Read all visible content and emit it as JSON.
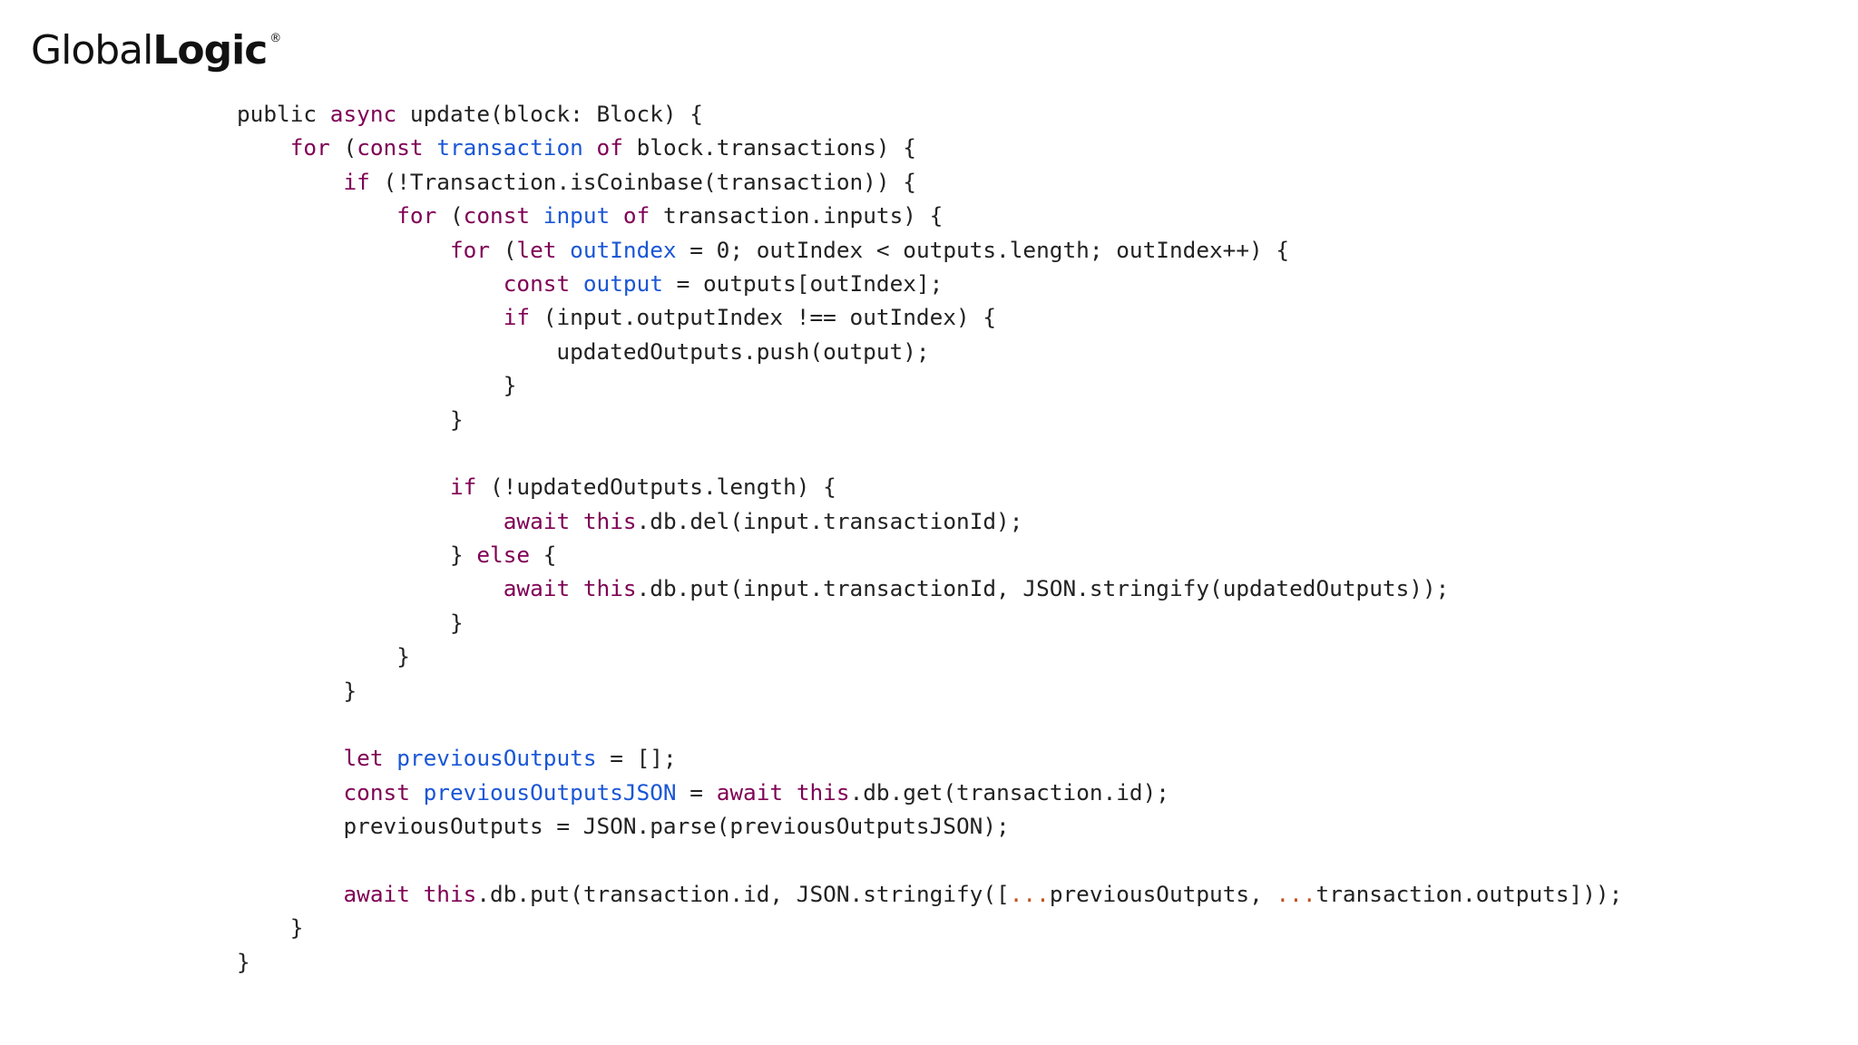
{
  "brand": {
    "name_part1": "Global",
    "name_part2": "Logic",
    "mark": "®"
  },
  "colors": {
    "keyword": "#7f0055",
    "variable": "#1a56d6",
    "text": "#222222",
    "spread": "#c05020"
  },
  "code": {
    "language": "typescript",
    "lines": [
      [
        {
          "t": "public ",
          "c": "plain"
        },
        {
          "t": "async",
          "c": "kw"
        },
        {
          "t": " update(block: Block) {",
          "c": "plain"
        }
      ],
      [
        {
          "t": "    ",
          "c": "plain"
        },
        {
          "t": "for",
          "c": "kw"
        },
        {
          "t": " (",
          "c": "plain"
        },
        {
          "t": "const",
          "c": "kw"
        },
        {
          "t": " ",
          "c": "plain"
        },
        {
          "t": "transaction",
          "c": "var"
        },
        {
          "t": " ",
          "c": "plain"
        },
        {
          "t": "of",
          "c": "kw"
        },
        {
          "t": " block.transactions) {",
          "c": "plain"
        }
      ],
      [
        {
          "t": "        ",
          "c": "plain"
        },
        {
          "t": "if",
          "c": "kw"
        },
        {
          "t": " (!Transaction.isCoinbase(transaction)) {",
          "c": "plain"
        }
      ],
      [
        {
          "t": "            ",
          "c": "plain"
        },
        {
          "t": "for",
          "c": "kw"
        },
        {
          "t": " (",
          "c": "plain"
        },
        {
          "t": "const",
          "c": "kw"
        },
        {
          "t": " ",
          "c": "plain"
        },
        {
          "t": "input",
          "c": "var"
        },
        {
          "t": " ",
          "c": "plain"
        },
        {
          "t": "of",
          "c": "kw"
        },
        {
          "t": " transaction.inputs) {",
          "c": "plain"
        }
      ],
      [
        {
          "t": "                ",
          "c": "plain"
        },
        {
          "t": "for",
          "c": "kw"
        },
        {
          "t": " (",
          "c": "plain"
        },
        {
          "t": "let",
          "c": "kw"
        },
        {
          "t": " ",
          "c": "plain"
        },
        {
          "t": "outIndex",
          "c": "var"
        },
        {
          "t": " = 0; outIndex < outputs.length; outIndex++) {",
          "c": "plain"
        }
      ],
      [
        {
          "t": "                    ",
          "c": "plain"
        },
        {
          "t": "const",
          "c": "kw"
        },
        {
          "t": " ",
          "c": "plain"
        },
        {
          "t": "output",
          "c": "var"
        },
        {
          "t": " = outputs[outIndex];",
          "c": "plain"
        }
      ],
      [
        {
          "t": "                    ",
          "c": "plain"
        },
        {
          "t": "if",
          "c": "kw"
        },
        {
          "t": " (input.outputIndex !== outIndex) {",
          "c": "plain"
        }
      ],
      [
        {
          "t": "                        updatedOutputs.push(output);",
          "c": "plain"
        }
      ],
      [
        {
          "t": "                    }",
          "c": "plain"
        }
      ],
      [
        {
          "t": "                }",
          "c": "plain"
        }
      ],
      [],
      [
        {
          "t": "                ",
          "c": "plain"
        },
        {
          "t": "if",
          "c": "kw"
        },
        {
          "t": " (!updatedOutputs.length) {",
          "c": "plain"
        }
      ],
      [
        {
          "t": "                    ",
          "c": "plain"
        },
        {
          "t": "await",
          "c": "kw"
        },
        {
          "t": " ",
          "c": "plain"
        },
        {
          "t": "this",
          "c": "kw"
        },
        {
          "t": ".db.del(input.transactionId);",
          "c": "plain"
        }
      ],
      [
        {
          "t": "                } ",
          "c": "plain"
        },
        {
          "t": "else",
          "c": "kw"
        },
        {
          "t": " {",
          "c": "plain"
        }
      ],
      [
        {
          "t": "                    ",
          "c": "plain"
        },
        {
          "t": "await",
          "c": "kw"
        },
        {
          "t": " ",
          "c": "plain"
        },
        {
          "t": "this",
          "c": "kw"
        },
        {
          "t": ".db.put(input.transactionId, JSON.stringify(updatedOutputs));",
          "c": "plain"
        }
      ],
      [
        {
          "t": "                }",
          "c": "plain"
        }
      ],
      [
        {
          "t": "            }",
          "c": "plain"
        }
      ],
      [
        {
          "t": "        }",
          "c": "plain"
        }
      ],
      [],
      [
        {
          "t": "        ",
          "c": "plain"
        },
        {
          "t": "let",
          "c": "kw"
        },
        {
          "t": " ",
          "c": "plain"
        },
        {
          "t": "previousOutputs",
          "c": "var"
        },
        {
          "t": " = [];",
          "c": "plain"
        }
      ],
      [
        {
          "t": "        ",
          "c": "plain"
        },
        {
          "t": "const",
          "c": "kw"
        },
        {
          "t": " ",
          "c": "plain"
        },
        {
          "t": "previousOutputsJSON",
          "c": "var"
        },
        {
          "t": " = ",
          "c": "plain"
        },
        {
          "t": "await",
          "c": "kw"
        },
        {
          "t": " ",
          "c": "plain"
        },
        {
          "t": "this",
          "c": "kw"
        },
        {
          "t": ".db.get(transaction.id);",
          "c": "plain"
        }
      ],
      [
        {
          "t": "        previousOutputs = JSON.parse(previousOutputsJSON);",
          "c": "plain"
        }
      ],
      [],
      [
        {
          "t": "        ",
          "c": "plain"
        },
        {
          "t": "await",
          "c": "kw"
        },
        {
          "t": " ",
          "c": "plain"
        },
        {
          "t": "this",
          "c": "kw"
        },
        {
          "t": ".db.put(transaction.id, JSON.stringify([",
          "c": "plain"
        },
        {
          "t": "...",
          "c": "spread"
        },
        {
          "t": "previousOutputs, ",
          "c": "plain"
        },
        {
          "t": "...",
          "c": "spread"
        },
        {
          "t": "transaction.outputs]));",
          "c": "plain"
        }
      ],
      [
        {
          "t": "    }",
          "c": "plain"
        }
      ],
      [
        {
          "t": "}",
          "c": "plain"
        }
      ]
    ]
  }
}
